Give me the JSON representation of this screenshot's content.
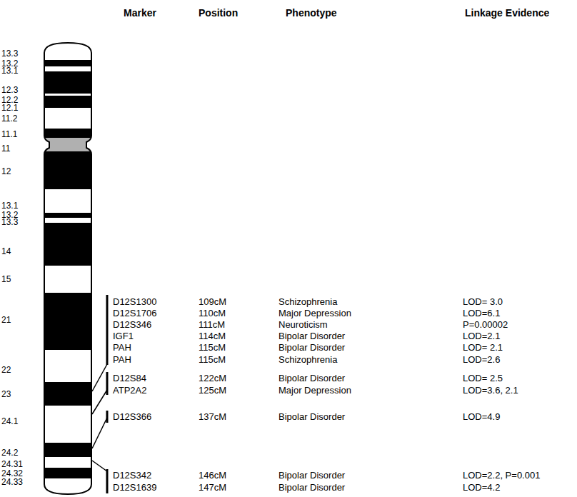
{
  "diagram": {
    "labels": [
      "Marker",
      "Position",
      "Phenotype",
      "Linkage Evidence",
      "13.3",
      "13.2",
      "13.1",
      "12.3",
      "12.2",
      "12.1",
      "11.2",
      "11.1",
      "11",
      "12",
      "13.1",
      "13.2",
      "13.3",
      "14",
      "15",
      "21",
      "22",
      "23",
      "24.1",
      "24.2",
      "24.31",
      "24.32",
      "24.33",
      "D12S1300",
      "109cM",
      "Schizophrenia",
      "LOD= 3.0",
      "D12S1706",
      "110cM",
      "Major Depression",
      "LOD=6.1",
      "D12S346",
      "111cM",
      "Neuroticism",
      "P=0.00002",
      "IGF1",
      "114cM",
      "Bipolar Disorder",
      "LOD=2.1",
      "PAH",
      "115cM",
      "Bipolar Disorder",
      "LOD= 2.1",
      "PAH",
      "115cM",
      "Schizophrenia",
      "LOD=2.6",
      "D12S84",
      "122cM",
      "Bipolar Disorder",
      "LOD= 2.5",
      "ATP2A2",
      "125cM",
      "Major Depression",
      "LOD=3.6, 2.1",
      "D12S366",
      "137cM",
      "Bipolar Disorder",
      "LOD=4.9",
      "D12S342",
      "146cM",
      "Bipolar Disorder",
      "LOD=2.2, P=0.001",
      "D12S1639",
      "147cM",
      "Bipolar Disorder",
      "LOD=4.2"
    ]
  }
}
